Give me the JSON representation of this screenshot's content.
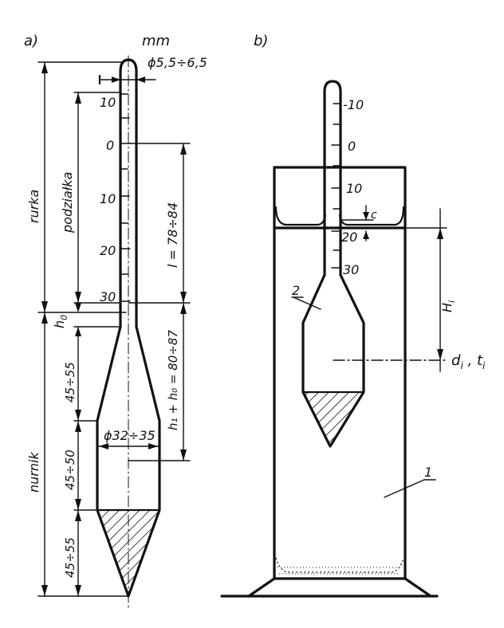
{
  "panel_a": {
    "label": "a)",
    "unit": "mm",
    "stem_diameter": "ϕ5,5÷6,5",
    "scale_marks": [
      "10",
      "0",
      "10",
      "20",
      "30"
    ],
    "label_stem": "rurka",
    "label_scale": "podziałka",
    "label_bulb": "nurnik",
    "h0": "h",
    "h0_sub": "0",
    "l_length": "l = 78÷84",
    "h_length": "h₁ + h₀ = 80÷87",
    "bulb_diameter": "ϕ32÷35",
    "seg_upper": "45÷55",
    "seg_middle": "45÷50",
    "seg_lower": "45÷55"
  },
  "panel_b": {
    "label": "b)",
    "scale_marks": [
      "-10",
      "0",
      "10",
      "20",
      "30"
    ],
    "gap_c": "c",
    "depth_h": "H",
    "depth_h_sub": "i",
    "density_temp_d": "d",
    "density_temp_d_sub": "i",
    "density_temp_sep": " , ",
    "density_temp_t": "t",
    "density_temp_t_sub": "i",
    "callout_hydrometer": "2",
    "callout_cylinder": "1"
  }
}
